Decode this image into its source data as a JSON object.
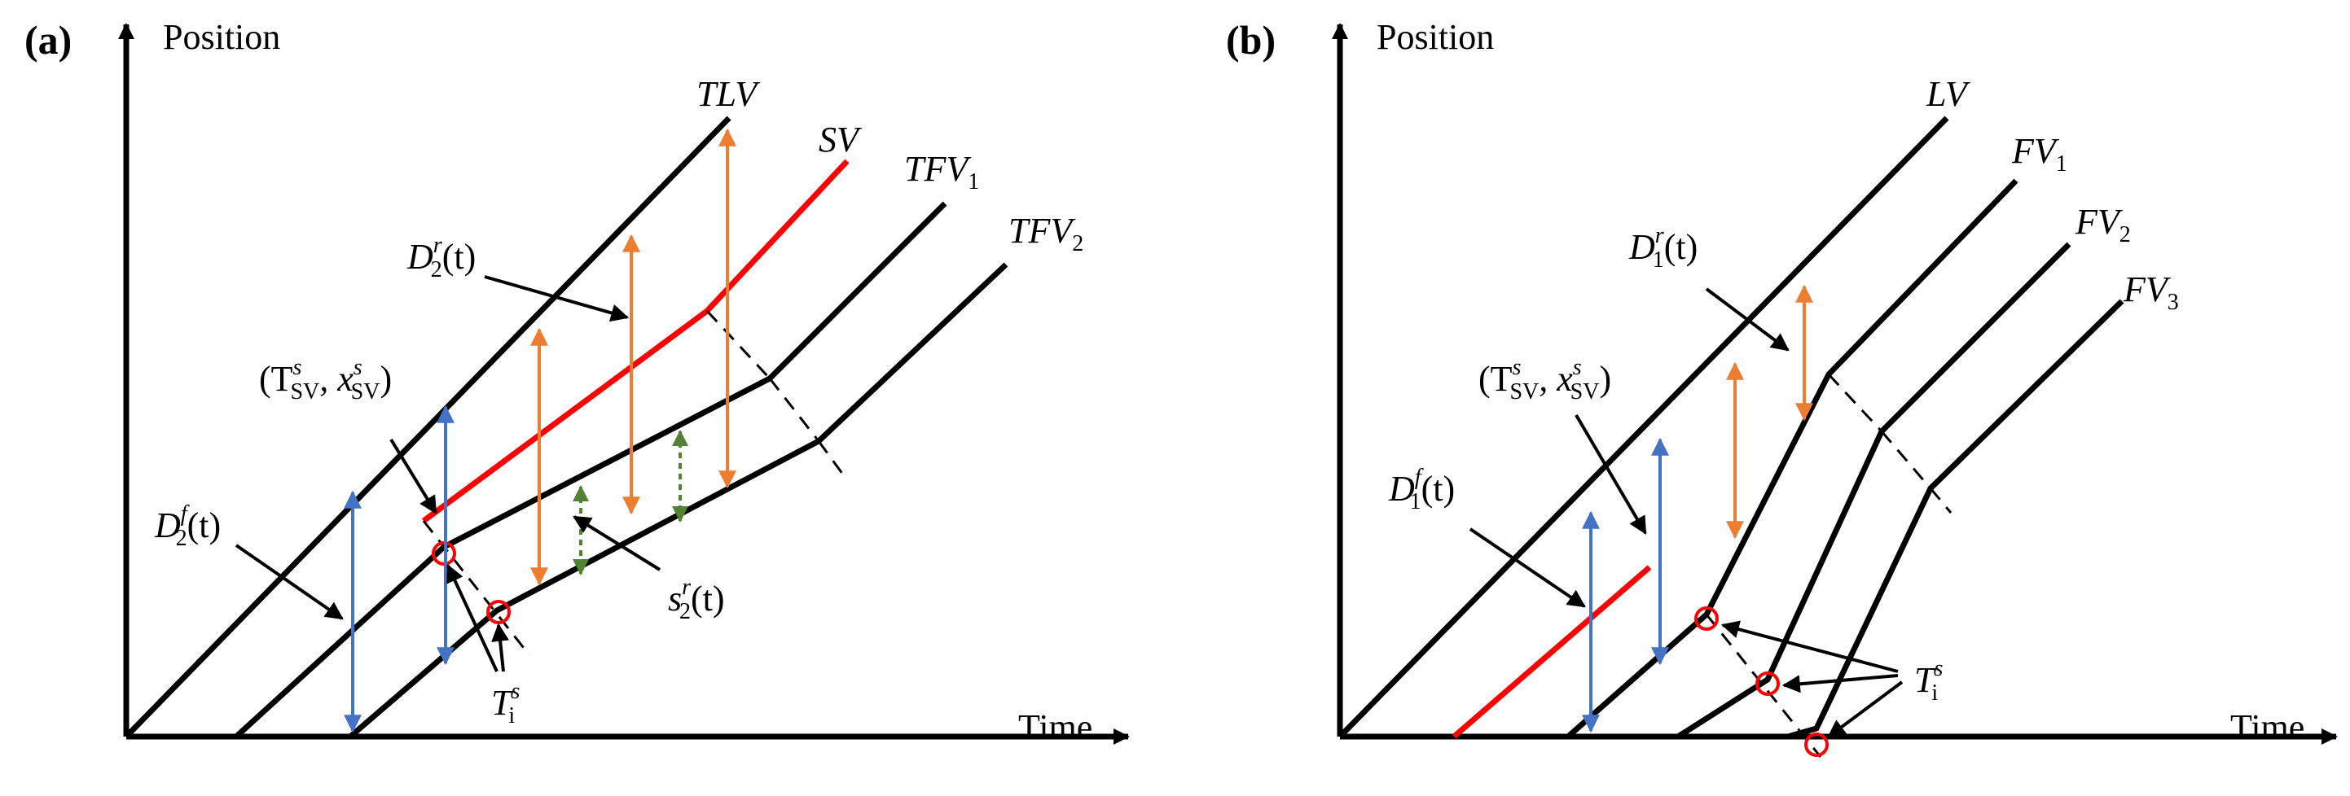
{
  "panel_a": {
    "tag": "(a)",
    "y_axis": "Position",
    "x_axis": "Time",
    "lines": {
      "tlv": "TLV",
      "sv": "SV",
      "tfv1": "TFV",
      "tfv1_sub": "1",
      "tfv2": "TFV",
      "tfv2_sub": "2"
    },
    "annotations": {
      "d2r": {
        "main": "D",
        "sub": "2",
        "sup": "r",
        "arg": "(t)"
      },
      "d2f": {
        "main": "D",
        "sub": "2",
        "sup": "f",
        "arg": "(t)"
      },
      "s2r": {
        "main": "s",
        "sub": "2",
        "sup": "r",
        "arg": "(t)"
      },
      "tsv": {
        "open": "(T",
        "sub1": "SV",
        "sup1": "s",
        "mid": ", x",
        "sub2": "SV",
        "sup2": "s",
        "close": ")"
      },
      "ti": {
        "main": "T",
        "sub": "i",
        "sup": "s"
      }
    }
  },
  "panel_b": {
    "tag": "(b)",
    "y_axis": "Position",
    "x_axis": "Time",
    "lines": {
      "lv": "LV",
      "fv1": "FV",
      "fv1_sub": "1",
      "fv2": "FV",
      "fv2_sub": "2",
      "fv3": "FV",
      "fv3_sub": "3"
    },
    "annotations": {
      "d1r": {
        "main": "D",
        "sub": "1",
        "sup": "r",
        "arg": "(t)"
      },
      "d1f": {
        "main": "D",
        "sub": "1",
        "sup": "f",
        "arg": "(t)"
      },
      "tsv": {
        "open": "(T",
        "sub1": "SV",
        "sup1": "s",
        "mid": ", x",
        "sub2": "SV",
        "sup2": "s",
        "close": ")"
      },
      "ti": {
        "main": "T",
        "sub": "i",
        "sup": "s"
      }
    }
  },
  "colors": {
    "trajectory": "#000000",
    "subject_vehicle": "#ff0000",
    "rear_gap_arrow": "#ed7d31",
    "front_gap_arrow": "#4472c4",
    "spacing_arrow": "#548235",
    "marker": "#ff0000"
  }
}
